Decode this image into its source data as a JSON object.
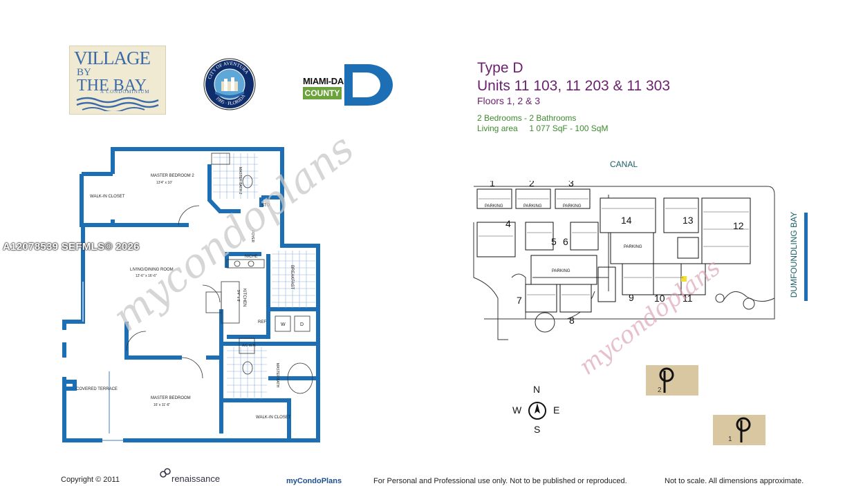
{
  "logos": {
    "village": {
      "line1": "VILLAGE",
      "line2": "BY",
      "line3": "THE BAY",
      "sub": "A CONDOMINIUM"
    },
    "seal": {
      "text": "CITY OF AVENTURA",
      "year": "1995 · FLORIDA"
    },
    "miami_dade": {
      "miami": "MIAMI-DADE",
      "county": "COUNTY"
    }
  },
  "header": {
    "type": "Type D",
    "units": "Units 11 103, 11 203 & 11 303",
    "floors": "Floors 1, 2 & 3",
    "rooms": "2 Bedrooms - 2 Bathrooms",
    "area": "Living area     1 077 SqF - 100 SqM"
  },
  "floorplan": {
    "master_bedroom_2": "MASTER BEDROOM 2",
    "master_bedroom_2_dim": "13'4\" x 10'",
    "master_bath_2": "MASTER BATH 2",
    "walk_in_closet_1": "WALK-IN CLOSET",
    "sto": "STO",
    "living_dining": "LIVING/DINING ROOM",
    "living_dining_dim": "12'-6\" x 16'-6\"",
    "niche": "NICHE",
    "foyer": "FOYER",
    "breakfast": "BREAKFAST",
    "kitchen": "KITCHEN",
    "kitchen_dim": "9'4\" x 8'",
    "ref": "REF",
    "washer": "W",
    "dryer": "D",
    "ac_wh": "A/C W.H.",
    "master_bath": "MASTER BATH",
    "covered_terrace": "COVERED TERRACE",
    "master_bedroom": "MASTER BEDROOM",
    "master_bedroom_dim": "16' x 11'-6\"",
    "walk_in_closet_2": "WALK-IN CLOSET"
  },
  "site": {
    "canal": "CANAL",
    "bay": "DUMFOUNDLING BAY",
    "parking": "PARKING",
    "buildings": [
      "1",
      "2",
      "3",
      "4",
      "5",
      "6",
      "7",
      "8",
      "9",
      "10",
      "11",
      "12",
      "13",
      "14"
    ]
  },
  "compass": {
    "n": "N",
    "s": "S",
    "e": "E",
    "w": "W"
  },
  "badges": [
    {
      "num": "2"
    },
    {
      "num": "1"
    }
  ],
  "watermark": {
    "mls": "A12078539  SEFMLS© 2026",
    "brand": "mycondoplans"
  },
  "footer": {
    "copyright": "Copyright © 2011",
    "renaissance": "renaissance",
    "mycondoplans": "myCondoPlans",
    "personal": "For Personal and Professional use only.  Not to be published or reproduced.",
    "scale": "Not to scale.  All dimensions approximate."
  },
  "colors": {
    "wall": "#1d6fb5",
    "title": "#6b1f6e",
    "green": "#3c8a2e",
    "canal": "#1a5f66"
  }
}
